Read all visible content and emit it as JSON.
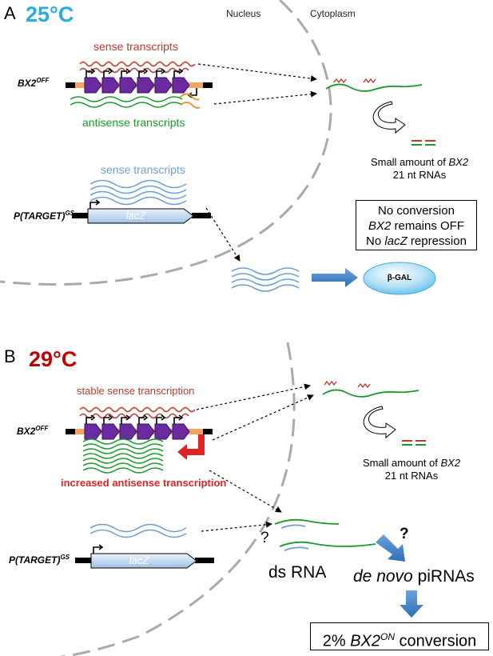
{
  "regions": {
    "nucleus": "Nucleus",
    "cytoplasm": "Cytoplasm"
  },
  "panel_a": {
    "letter": "A",
    "temperature": "25°C",
    "sense_transcripts": "sense transcripts",
    "antisense_transcripts": "antisense transcripts",
    "bx2_label": "BX2",
    "bx2_sup": "OFF",
    "target_label": "P(TARGET)",
    "target_sup": "GS",
    "target_sense": "sense transcripts",
    "lacz": "lacZ",
    "small_rna_1": "Small amount of ",
    "small_rna_gene": "BX2",
    "small_rna_2": "21 nt RNAs",
    "outcome": {
      "line1": "No conversion",
      "line2_gene": "BX2",
      "line2_rest": " remains OFF",
      "line3_pre": "No ",
      "line3_gene": "lacZ",
      "line3_rest": " repression"
    },
    "beta_gal": "β-GAL"
  },
  "panel_b": {
    "letter": "B",
    "temperature": "29°C",
    "stable_sense": "stable sense transcription",
    "bx2_label": "BX2",
    "bx2_sup": "OFF",
    "increased_antisense": "increased antisense transcription",
    "target_label": "P(TARGET)",
    "target_sup": "GS",
    "lacz": "lacZ",
    "small_rna_1": "Small amount of ",
    "small_rna_gene": "BX2",
    "small_rna_2": "21 nt RNAs",
    "question": "?",
    "dsrna": "ds RNA",
    "piRNA_italic": "de novo",
    "piRNA_rest": " piRNAs",
    "conversion_pre": "2% ",
    "conversion_gene": "BX2",
    "conversion_sup": "ON",
    "conversion_rest": " conversion"
  },
  "colors": {
    "panel_a_temp": "#29abe2",
    "panel_b_temp": "#c00000",
    "sense_red": "#c0392b",
    "antisense_green": "#1a9a2a",
    "target_blue": "#6c9fd6",
    "purple": "#6a2aa0",
    "orange": "#f3a462",
    "arrow_blue": "#3d7fc4",
    "increased_red": "#e52222"
  }
}
